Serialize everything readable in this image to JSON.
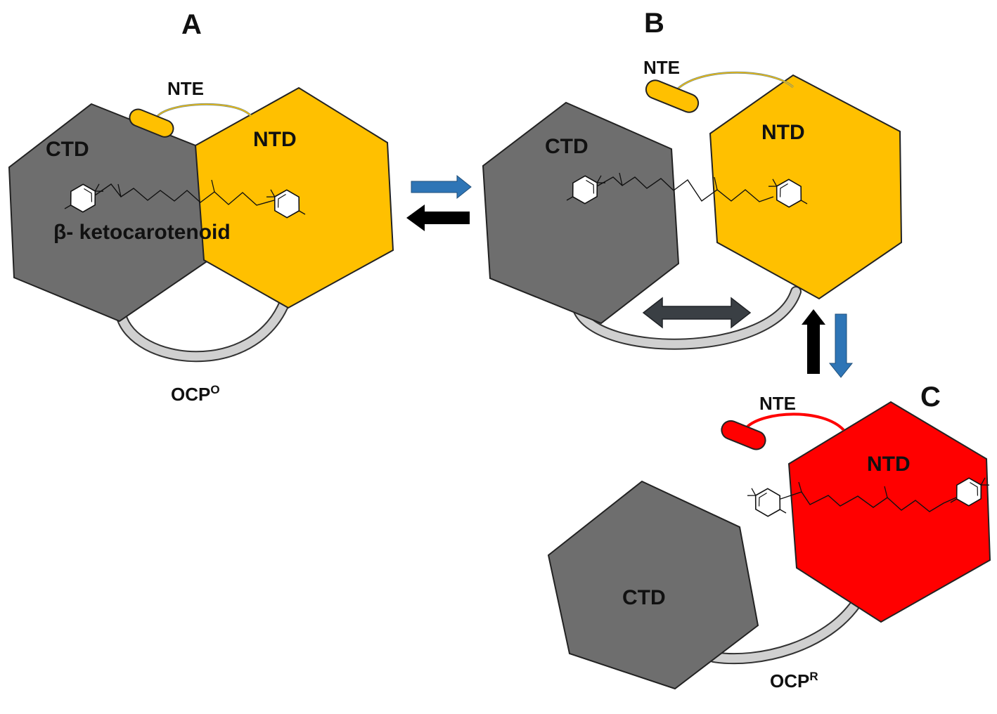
{
  "panels": {
    "a": {
      "letter": "A",
      "nte": "NTE",
      "ctd": "CTD",
      "ntd": "NTD",
      "carotenoid": "β- ketocarotenoid",
      "state_main": "OCP",
      "state_sup": "O"
    },
    "b": {
      "letter": "B",
      "nte": "NTE",
      "ctd": "CTD",
      "ntd": "NTD"
    },
    "c": {
      "letter": "C",
      "nte": "NTE",
      "ctd": "CTD",
      "ntd": "NTD",
      "state_main": "OCP",
      "state_sup": "R"
    }
  },
  "colors": {
    "ctd": "#6e6e6e",
    "ntd_orange": "#ffc000",
    "ntd_red": "#ff0000",
    "linker": "#d0d0d0",
    "arrow_blue": "#2e75b6",
    "arrow_black": "#000000",
    "arrow_dark": "#404040"
  }
}
